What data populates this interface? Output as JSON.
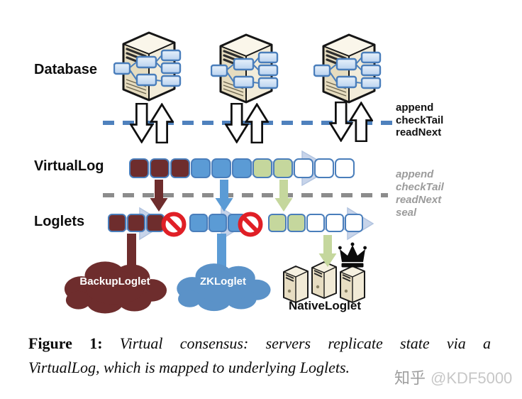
{
  "diagram": {
    "row_labels": {
      "database": "Database",
      "virtuallog": "VirtualLog",
      "loglets": "Loglets"
    },
    "ops_black": {
      "lines": [
        "append",
        "checkTail",
        "readNext"
      ]
    },
    "ops_gray": {
      "lines": [
        "append",
        "checkTail",
        "readNext",
        "seal"
      ]
    },
    "virtuallog_squares": [
      "maroon",
      "maroon",
      "maroon",
      "blue",
      "blue",
      "blue",
      "green",
      "green",
      "white",
      "white",
      "white"
    ],
    "loglet_groups": [
      {
        "squares": [
          "maroon",
          "maroon",
          "maroon"
        ],
        "sealed": true
      },
      {
        "squares": [
          "blue",
          "blue",
          "blue"
        ],
        "sealed": true
      },
      {
        "squares": [
          "green",
          "green",
          "white",
          "white",
          "white"
        ],
        "sealed": false
      }
    ],
    "clouds": [
      {
        "label": "BackupLoglet"
      },
      {
        "label": "ZKLoglet"
      }
    ],
    "native_label": "NativeLoglet"
  },
  "caption": {
    "figure_label": "Figure 1:",
    "line1_rest": "Virtual consensus: servers replicate state via a",
    "line2": "VirtualLog, which is mapped to underlying Loglets."
  },
  "watermark": {
    "site": "知乎",
    "user": "@KDF5000"
  },
  "colors": {
    "maroon": "#6e2d2d",
    "blue": "#5b9bd5",
    "green": "#c5d79d",
    "border": "#4a7ebb",
    "dashblue": "#4f81bd",
    "dashgray": "#8c8c8c",
    "arrowlight": "#c7d4ea",
    "arrowlightborder": "#b2c4e0",
    "sealred": "#e01f26",
    "cloudmaroon": "#6e2d2d",
    "cloudblue": "#5b92c8",
    "graytext": "#9b9b9b",
    "wmgray": "#9e9e9e",
    "wmlight": "#c7c7c7"
  }
}
